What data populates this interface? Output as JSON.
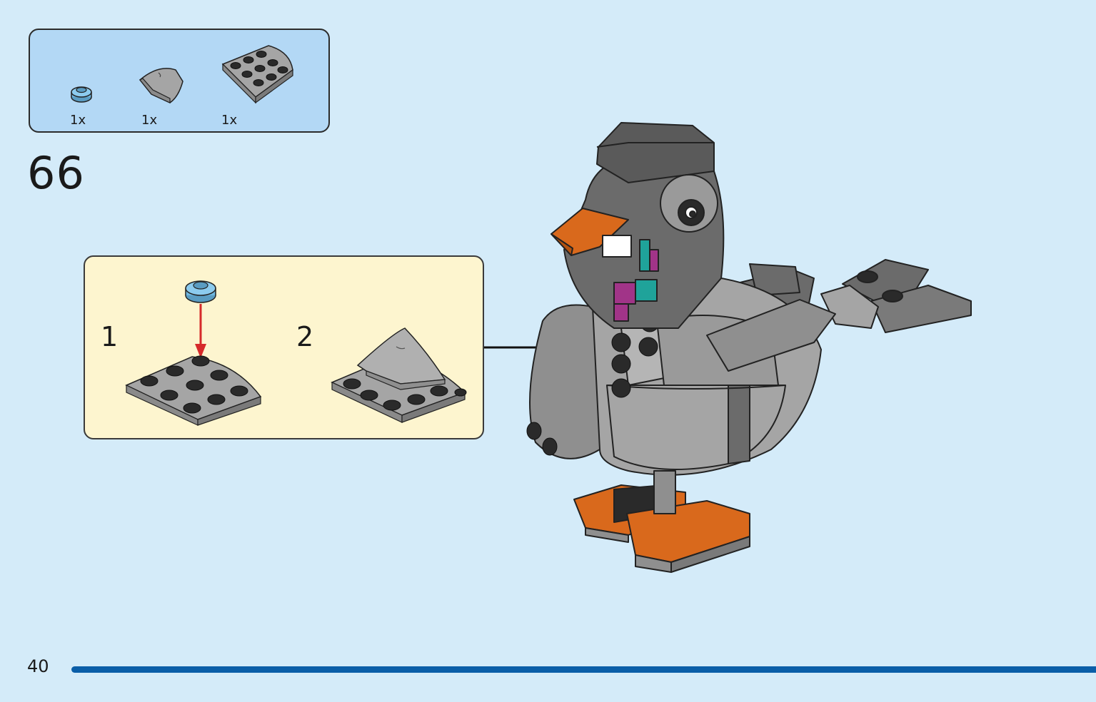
{
  "parts_list": {
    "items": [
      {
        "icon": "round-plate-1x1-icon",
        "qty": "1x",
        "color": "#6fb7e0"
      },
      {
        "icon": "curved-slope-tile-icon",
        "qty": "1x",
        "color": "#a5a5a5"
      },
      {
        "icon": "quarter-round-plate-icon",
        "qty": "1x",
        "color": "#a5a5a5"
      }
    ]
  },
  "step": {
    "number": "66"
  },
  "substeps": [
    {
      "label": "1"
    },
    {
      "label": "2"
    }
  ],
  "model": {
    "icon": "pigeon-model-icon",
    "colors": {
      "dark_gray": "#6b6b6b",
      "light_gray": "#a5a5a5",
      "orange": "#d9691c",
      "teal": "#1fa39a",
      "magenta": "#a13488",
      "white": "#ffffff"
    }
  },
  "footer": {
    "page_number": "40",
    "bar_color": "#0a5ea8"
  }
}
